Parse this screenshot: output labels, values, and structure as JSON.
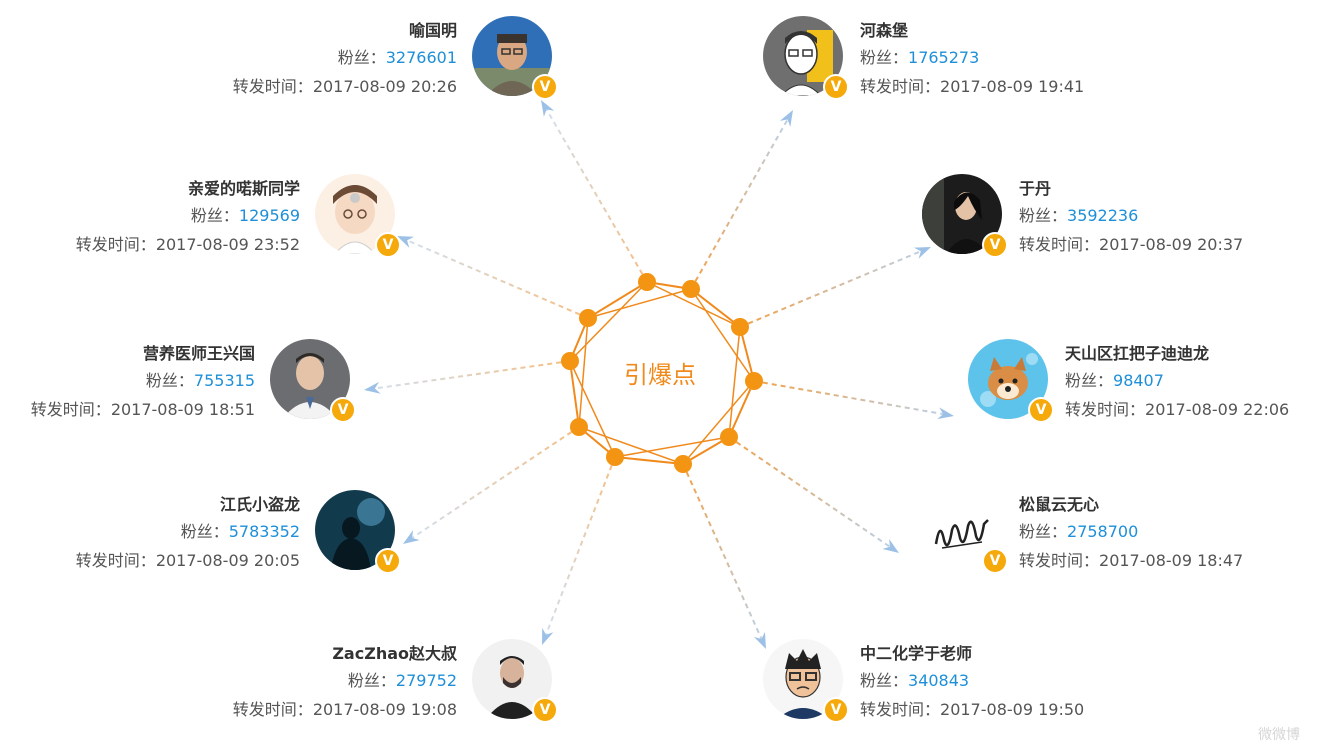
{
  "center": {
    "label": "引爆点"
  },
  "labels": {
    "fans_prefix": "粉丝：",
    "time_prefix": "转发时间："
  },
  "colors": {
    "accent": "#f08a1c",
    "node": "#f39413",
    "fans_number": "#1e8fd8",
    "badge": "#f5a90a",
    "text": "#333333"
  },
  "users": [
    {
      "name": "喻国明",
      "fans": "3276601",
      "time": "2017-08-09 20:26",
      "side": "left",
      "avatar_icon": "man-glasses-avatar-icon"
    },
    {
      "name": "亲爱的喏斯同学",
      "fans": "129569",
      "time": "2017-08-09 23:52",
      "side": "left",
      "avatar_icon": "cartoon-doctor-avatar-icon"
    },
    {
      "name": "营养医师王兴国",
      "fans": "755315",
      "time": "2017-08-09 18:51",
      "side": "left",
      "avatar_icon": "doctor-avatar-icon"
    },
    {
      "name": "江氏小盗龙",
      "fans": "5783352",
      "time": "2017-08-09 20:05",
      "side": "left",
      "avatar_icon": "silhouette-avatar-icon"
    },
    {
      "name": "ZacZhao赵大叔",
      "fans": "279752",
      "time": "2017-08-09 19:08",
      "side": "left",
      "avatar_icon": "man-suit-avatar-icon"
    },
    {
      "name": "河森堡",
      "fans": "1765273",
      "time": "2017-08-09 19:41",
      "side": "right",
      "avatar_icon": "cartoon-man-avatar-icon"
    },
    {
      "name": "于丹",
      "fans": "3592236",
      "time": "2017-08-09 20:37",
      "side": "right",
      "avatar_icon": "woman-avatar-icon"
    },
    {
      "name": "天山区扛把子迪迪龙",
      "fans": "98407",
      "time": "2017-08-09 22:06",
      "side": "right",
      "avatar_icon": "dog-swimming-avatar-icon"
    },
    {
      "name": "松鼠云无心",
      "fans": "2758700",
      "time": "2017-08-09 18:47",
      "side": "right",
      "avatar_icon": "signature-avatar-icon"
    },
    {
      "name": "中二化学于老师",
      "fans": "340843",
      "time": "2017-08-09 19:50",
      "side": "right",
      "avatar_icon": "cartoon-teacher-avatar-icon"
    }
  ],
  "watermark": "微微博"
}
